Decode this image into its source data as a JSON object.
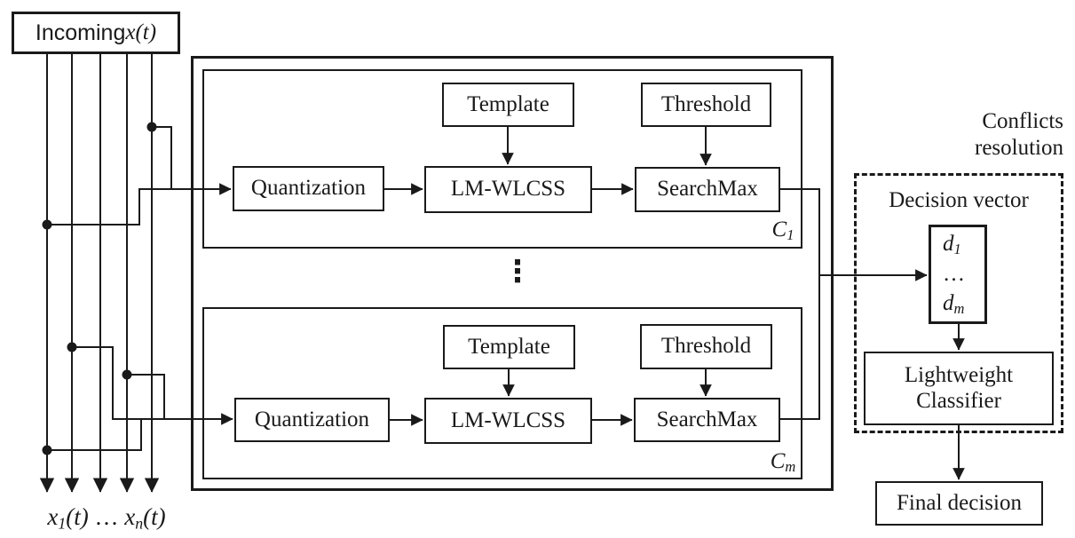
{
  "incoming": {
    "prefix": "Incoming ",
    "math": "x(t)"
  },
  "signals_label": {
    "base1": "x",
    "sub1": "1",
    "paren1": "(t)",
    "dots": " … ",
    "base2": "x",
    "sub2": "n",
    "paren2": "(t)"
  },
  "channels": [
    {
      "template": "Template",
      "threshold": "Threshold",
      "quantization": "Quantization",
      "matcher": "LM-WLCSS",
      "search": "SearchMax",
      "tag_base": "C",
      "tag_sub": "1"
    },
    {
      "template": "Template",
      "threshold": "Threshold",
      "quantization": "Quantization",
      "matcher": "LM-WLCSS",
      "search": "SearchMax",
      "tag_base": "C",
      "tag_sub": "m"
    }
  ],
  "ellipsis_vertical": "⋮",
  "conflicts": {
    "line1": "Conflicts",
    "line2": "resolution"
  },
  "decision": {
    "vector_title": "Decision vector",
    "d_first_base": "d",
    "d_first_sub": "1",
    "d_dots": "…",
    "d_last_base": "d",
    "d_last_sub": "m",
    "classifier": "Lightweight Classifier",
    "final": "Final decision"
  },
  "colors": {
    "ink": "#1a1a1a",
    "background": "#ffffff"
  }
}
